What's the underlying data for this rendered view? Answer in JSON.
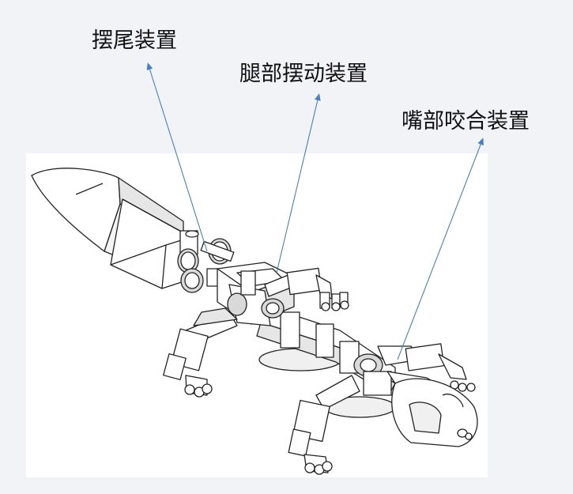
{
  "callouts": {
    "tail": "摆尾装置",
    "leg": "腿部摆动装置",
    "mouth": "嘴部咬合装置"
  },
  "colors": {
    "background": "#f2f3f7",
    "panel": "#ffffff",
    "leader_line": "#4a7fc1",
    "drawing_stroke": "#222222",
    "drawing_fill": "#ffffff",
    "shade": "#d9d9d9"
  }
}
